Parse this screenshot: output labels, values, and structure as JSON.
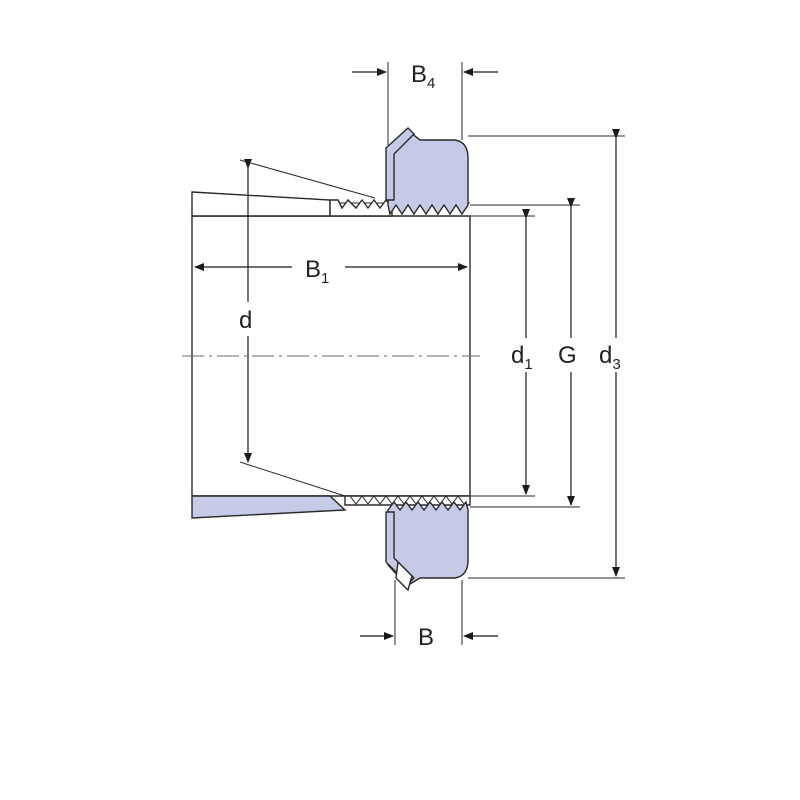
{
  "diagram": {
    "labels": {
      "B4": {
        "main": "B",
        "sub": "4"
      },
      "B1": {
        "main": "B",
        "sub": "1"
      },
      "d": {
        "main": "d"
      },
      "d1": {
        "main": "d",
        "sub": "1"
      },
      "G": {
        "main": "G"
      },
      "d3": {
        "main": "d",
        "sub": "3"
      },
      "B": {
        "main": "B"
      }
    },
    "colors": {
      "part_fill": "#c5cbe6",
      "outline": "#2a2a2a"
    }
  }
}
